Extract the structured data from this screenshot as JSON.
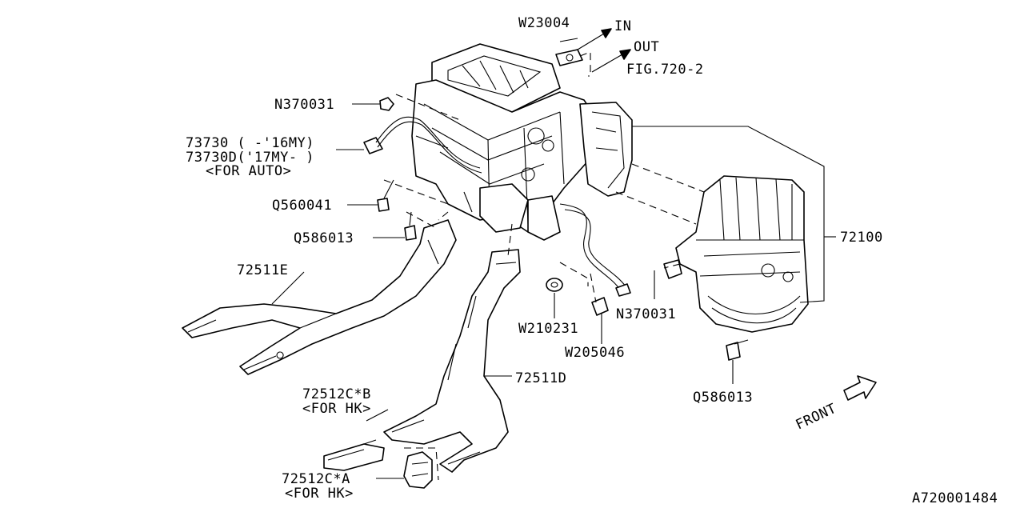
{
  "labels": {
    "w23004": "W23004",
    "in": "IN",
    "out": "OUT",
    "fig": "FIG.720-2",
    "n370031_top": "N370031",
    "l73730_1": "73730 ( -'16MY)",
    "l73730_2": "73730D('17MY- )",
    "l73730_3": "<FOR AUTO>",
    "q560041": "Q560041",
    "q586013_left": "Q586013",
    "l72511e": "72511E",
    "l72100": "72100",
    "n370031_right": "N370031",
    "w210231": "W210231",
    "w205046": "W205046",
    "l72511d": "72511D",
    "q586013_right": "Q586013",
    "l72512cb_1": "72512C*B",
    "l72512cb_2": "<FOR HK>",
    "l72512ca_1": "72512C*A",
    "l72512ca_2": "<FOR HK>",
    "front": "FRONT",
    "diagram_id": "A720001484"
  },
  "icons": {
    "front_arrow": "front-arrow-icon",
    "in_arrow": "arrow-right-icon",
    "out_arrow": "arrow-right-icon"
  },
  "colors": {
    "line": "#000000",
    "background": "#ffffff"
  }
}
